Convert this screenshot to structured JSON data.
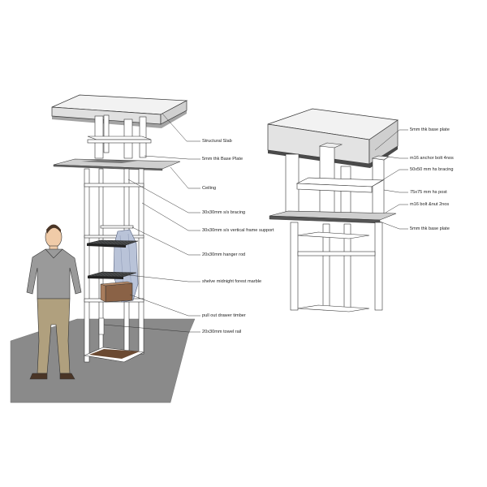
{
  "labels_left": [
    "Structural Slab",
    "5mm thk Base Plate",
    "Ceiling",
    "30x30mm s/s bracing",
    "30x30mm s/s vertical frame support",
    "20x30mm hanger rod",
    "shelve midnight forest marble",
    "pull out drawer timber",
    "20x30mm towel rail"
  ],
  "labels_right": [
    "5mm thk  base plate",
    "m16 anchor bolt 4nos",
    "50x50 mm hs bracing",
    "75x75 mm hs post",
    "m16 bolt &nut 2nos",
    "5mm thk base plate"
  ],
  "colors": {
    "floor": "#8a8a8a",
    "slab_top": "#f2f2f2",
    "slab_side": "#dcdcdc",
    "slab_underside": "#4a4a4a",
    "frame": "#ffffff",
    "stroke": "#333333",
    "marble": "#3d3f40",
    "drawer": "#8a6246",
    "shirt": "#b9c3d8",
    "sweater": "#9a9a9a",
    "trousers": "#b0a07e",
    "skin": "#f0cba8",
    "shoes": "#4a3526"
  }
}
